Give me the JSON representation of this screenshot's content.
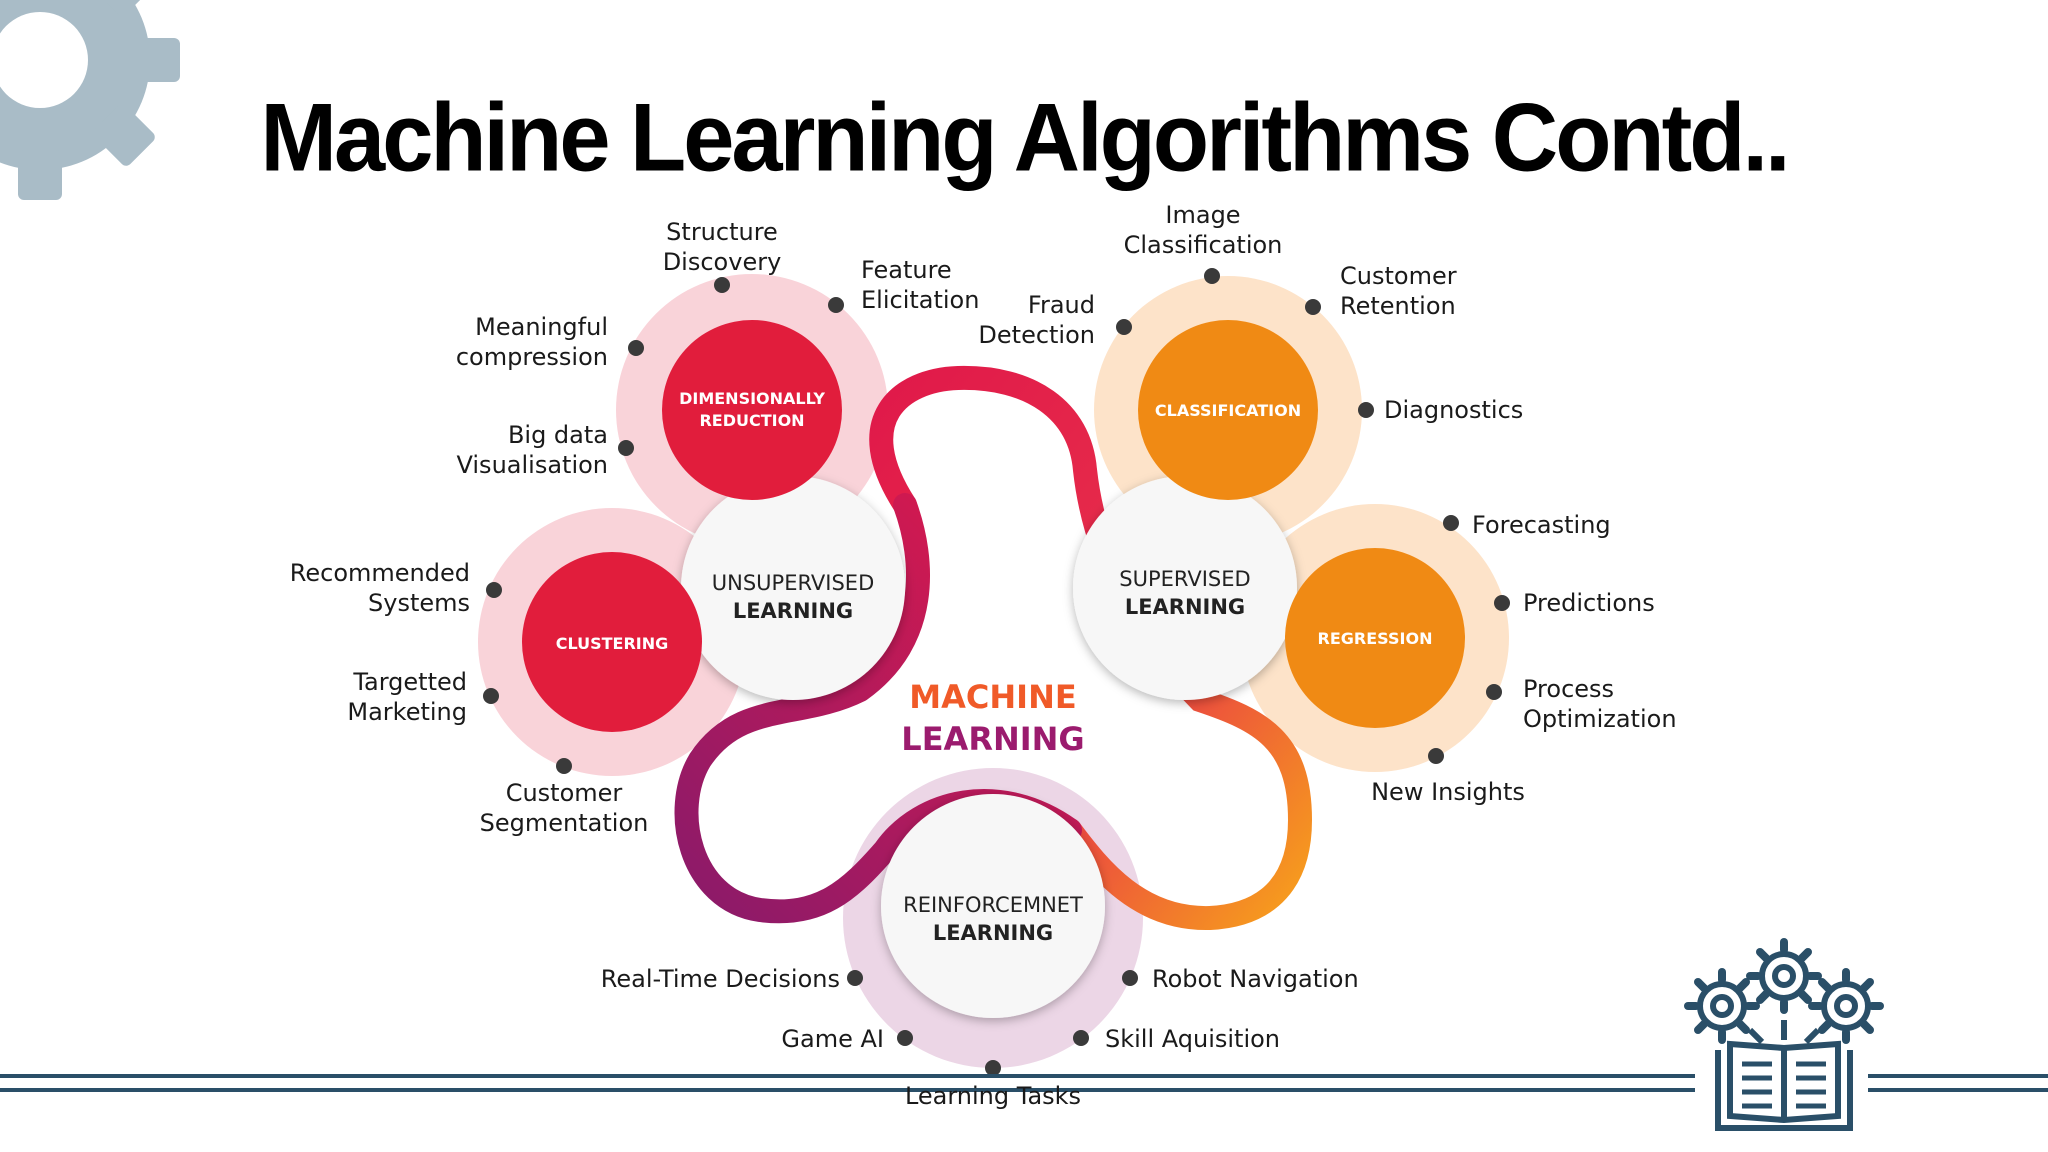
{
  "title": "Machine Learning Algorithms Contd..",
  "center": {
    "line1": "MACHINE",
    "line2": "LEARNING"
  },
  "hubs": {
    "unsupervised": {
      "line1": "UNSUPERVISED",
      "line2": "LEARNING"
    },
    "supervised": {
      "line1": "SUPERVISED",
      "line2": "LEARNING"
    },
    "reinforcement": {
      "line1": "REINFORCEMNET",
      "line2": "LEARNING"
    }
  },
  "subcategories": {
    "dimensionally_reduction": {
      "line1": "DIMENSIONALLY",
      "line2": "REDUCTION"
    },
    "clustering": {
      "line1": "CLUSTERING"
    },
    "classification": {
      "line1": "CLASSIFICATION"
    },
    "regression": {
      "line1": "REGRESSION"
    }
  },
  "labels": {
    "structure_discovery": [
      "Structure",
      "Discovery"
    ],
    "feature_elicitation": [
      "Feature",
      "Elicitation"
    ],
    "meaningful_compression": [
      "Meaningful",
      "compression"
    ],
    "big_data_visualisation": [
      "Big data",
      "Visualisation"
    ],
    "recommended_systems": [
      "Recommended",
      "Systems"
    ],
    "targetted_marketing": [
      "Targetted",
      "Marketing"
    ],
    "customer_segmentation": [
      "Customer",
      "Segmentation"
    ],
    "image_classification": [
      "Image",
      "Classification"
    ],
    "customer_retention": [
      "Customer",
      "Retention"
    ],
    "fraud_detection": [
      "Fraud",
      "Detection"
    ],
    "diagnostics": [
      "Diagnostics"
    ],
    "forecasting": [
      "Forecasting"
    ],
    "predictions": [
      "Predictions"
    ],
    "process_optimization": [
      "Process",
      "Optimization"
    ],
    "new_insights": [
      "New Insights"
    ],
    "real_time_decisions": [
      "Real-Time Decisions"
    ],
    "robot_navigation": [
      "Robot Navigation"
    ],
    "game_ai": [
      "Game AI"
    ],
    "skill_aquisition": [
      "Skill Aquisition"
    ],
    "learning_tasks": [
      "Learning Tasks"
    ]
  },
  "colors": {
    "unsupervised_accent": "#e11d3c",
    "supervised_accent": "#f08a14",
    "reinforcement_accent": "#9b1b6e",
    "footer_line": "#2a4f68",
    "gear_decor": "#a9bcc7"
  }
}
